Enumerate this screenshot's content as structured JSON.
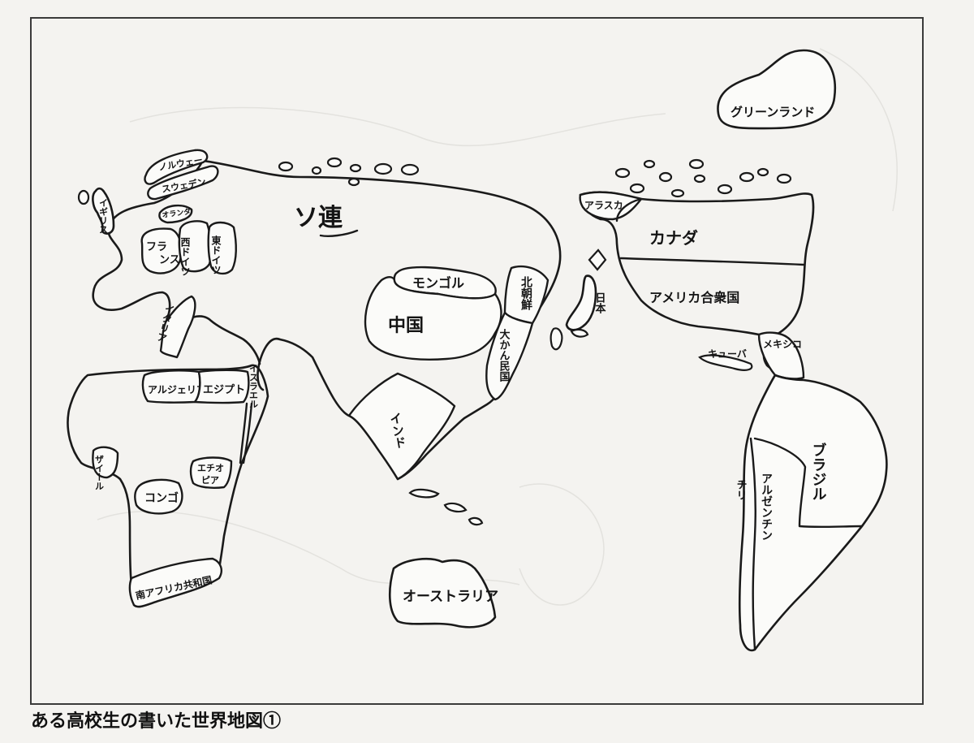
{
  "caption": "ある高校生の書いた世界地図①",
  "labels": {
    "greenland": "グリーンランド",
    "norway": "ノルウェー",
    "sweden": "スウェデン",
    "uk": "イギリス",
    "netherlands": "オランダ",
    "france": "フランス",
    "east_germany_1": "西ドイツ",
    "east_germany_2": "東ドイツ",
    "soviet": "ソ連",
    "italy": "イタリア",
    "mongolia": "モンゴル",
    "china": "中国",
    "korea_north": "北朝鮮",
    "korea_south": "大かん民国",
    "japan": "日本",
    "algeria": "アルジェリア",
    "egypt": "エジプト",
    "israel": "イスラエル",
    "zaire": "ザイール",
    "congo": "コンゴ",
    "ethiopia": "エチオピア",
    "south_africa": "南アフリカ共和国",
    "india": "インド",
    "australia": "オーストラリア",
    "alaska": "アラスカ",
    "canada": "カナダ",
    "usa": "アメリカ合衆国",
    "cuba": "キューバ",
    "mexico": "メキシコ",
    "brazil": "ブラジル",
    "chile": "チリ",
    "argentina": "アルゼンチン"
  }
}
